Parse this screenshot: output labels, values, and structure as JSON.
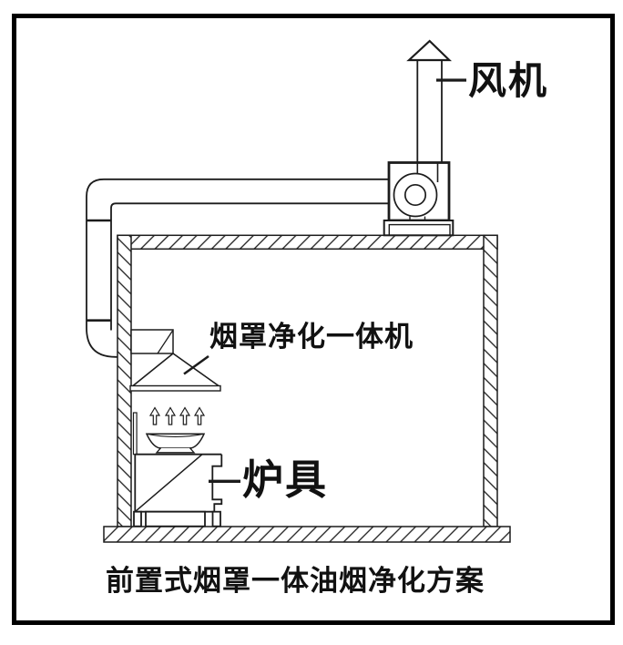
{
  "caption": "前置式烟罩一体油烟净化方案",
  "labels": {
    "fan": "风机",
    "hood_unit": "烟罩净化一体机",
    "stove": "炉具"
  },
  "colors": {
    "line": "#1c1c1c",
    "text": "#111111",
    "frame": "#000000",
    "background": "#ffffff"
  }
}
